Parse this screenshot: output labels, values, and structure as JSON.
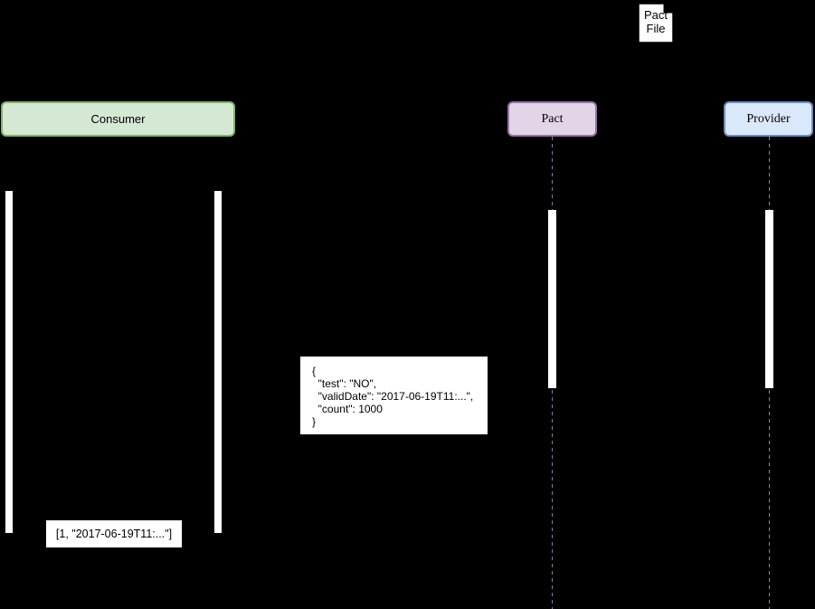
{
  "diagram": {
    "type": "sequence-diagram",
    "background_color": "#000000",
    "pact_file": {
      "label": "Pact File",
      "icon": "document-icon",
      "fill": "#ffffff",
      "border": "#000000"
    },
    "actors": [
      {
        "id": "consumer",
        "label": "Consumer",
        "fill": "#d5e8d4",
        "border": "#82b366"
      },
      {
        "id": "pact",
        "label": "Pact",
        "fill": "#e1d5e7",
        "border": "#9673a6"
      },
      {
        "id": "provider",
        "label": "Provider",
        "fill": "#dae8fc",
        "border": "#6c8ebf"
      }
    ],
    "lifelines": {
      "pact_color": "#9673a6",
      "provider_color": "#6c8ebf",
      "style": "dashed"
    },
    "activations": {
      "color": "#ffffff",
      "bars": [
        {
          "owner": "consumer",
          "position": "left"
        },
        {
          "owner": "consumer",
          "position": "right"
        },
        {
          "owner": "pact"
        },
        {
          "owner": "provider"
        }
      ]
    },
    "notes": {
      "json_payload": "{\n  \"test\": \"NO\",\n  \"validDate\": \"2017-06-19T11:...\",\n  \"count\": 1000\n}",
      "array_payload": "[1, \"2017-06-19T11:...\"]"
    }
  }
}
